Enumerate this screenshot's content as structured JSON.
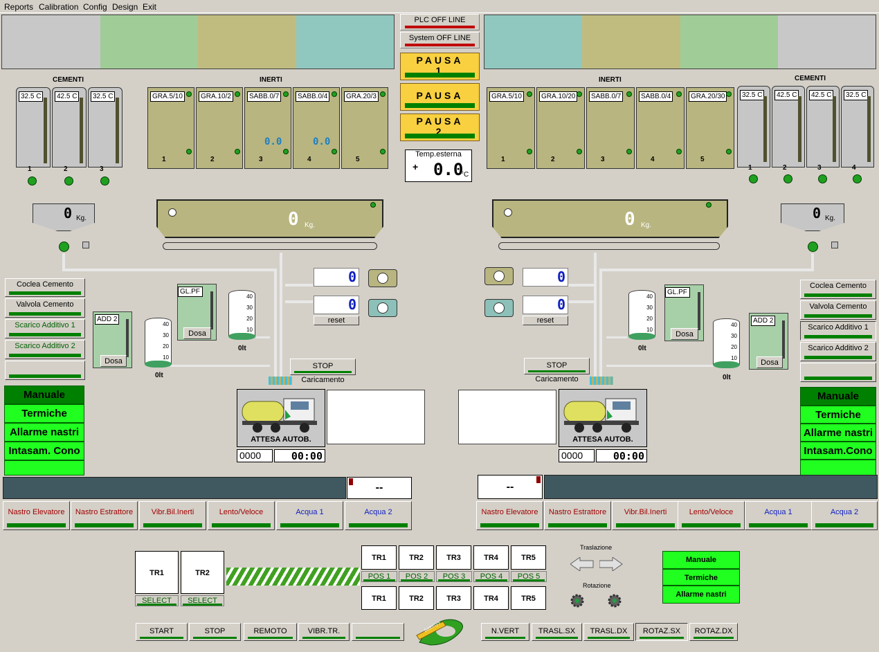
{
  "menu": [
    "Reports",
    "Calibration",
    "Config",
    "Design",
    "Exit"
  ],
  "status": {
    "plc": "PLC OFF LINE",
    "system": "System OFF LINE"
  },
  "pausa": [
    {
      "text": "PAUSA",
      "num": "1"
    },
    {
      "text": "PAUSA",
      "num": ""
    },
    {
      "text": "PAUSA",
      "num": "2"
    }
  ],
  "temp": {
    "label": "Temp.esterna",
    "sign": "+",
    "value": "0.0",
    "unit": "°C"
  },
  "left": {
    "cementi_label": "CEMENTI",
    "inerti_label": "INERTI",
    "cementi": [
      {
        "tag": "32.5 C",
        "n": "1"
      },
      {
        "tag": "42.5 C",
        "n": "2"
      },
      {
        "tag": "32.5 C",
        "n": "3"
      }
    ],
    "inerti": [
      {
        "tag": "GRA.5/10",
        "n": "1"
      },
      {
        "tag": "GRA.10/2",
        "n": "2"
      },
      {
        "tag": "SABB.0/7",
        "n": "3",
        "val": "0.0"
      },
      {
        "tag": "SABB.0/4",
        "n": "4",
        "val": "0.0"
      },
      {
        "tag": "GRA.20/3",
        "n": "5"
      }
    ],
    "cem_weight": "0",
    "cem_unit": "Kg.",
    "aggr_weight": "0",
    "aggr_unit": "Kg.",
    "buttons": [
      "Coclea Cemento",
      "Valvola Cemento",
      "Scarico Additivo 1",
      "Scarico Additivo 2",
      ""
    ],
    "status": [
      "Manuale",
      "Termiche",
      "Allarme nastri",
      "Intasam. Cono"
    ],
    "add2": "ADD 2",
    "glpf": "GL.PF",
    "dosa": "Dosa",
    "tank1": "0lt",
    "tank2": "0lt",
    "stop": "STOP Caricamento",
    "reset": "reset",
    "counter1": "0",
    "counter2": "0",
    "truck": "ATTESA AUTOB.",
    "truck_count": "0000",
    "truck_time": "00:00",
    "dash": "--",
    "bottom": [
      "Nastro Elevatore",
      "Nastro Estrattore",
      "Vibr.Bil.Inerti",
      "Lento/Veloce",
      "Acqua 1",
      "Acqua 2"
    ]
  },
  "right": {
    "cementi_label": "CEMENTI",
    "inerti_label": "INERTI",
    "cementi": [
      {
        "tag": "32.5 C",
        "n": "1"
      },
      {
        "tag": "42.5 C",
        "n": "2"
      },
      {
        "tag": "42.5 C",
        "n": "3"
      },
      {
        "tag": "32.5 C",
        "n": "4"
      }
    ],
    "inerti": [
      {
        "tag": "GRA.5/10",
        "n": "1"
      },
      {
        "tag": "GRA.10/20",
        "n": "2"
      },
      {
        "tag": "SABB.0/7",
        "n": "3"
      },
      {
        "tag": "SABB.0/4",
        "n": "4"
      },
      {
        "tag": "GRA.20/30",
        "n": "5"
      }
    ],
    "cem_weight": "0",
    "cem_unit": "Kg.",
    "aggr_weight": "0",
    "aggr_unit": "Kg.",
    "buttons": [
      "Coclea Cemento",
      "Valvola Cemento",
      "Scarico Additivo 1",
      "Scarico Additivo 2",
      ""
    ],
    "status": [
      "Manuale",
      "Termiche",
      "Allarme nastri",
      "Intasam.Cono"
    ],
    "add2": "ADD 2",
    "glpf": "GL.PF",
    "dosa": "Dosa",
    "tank1": "0lt",
    "tank2": "0lt",
    "stop": "STOP Caricamento",
    "reset": "reset",
    "counter1": "0",
    "counter2": "0",
    "truck": "ATTESA AUTOB.",
    "truck_count": "0000",
    "truck_time": "00:00",
    "dash": "--",
    "bottom": [
      "Nastro Elevatore",
      "Nastro Estrattore",
      "Vibr.Bil.Inerti",
      "Lento/Veloce",
      "Acqua 1",
      "Acqua 2"
    ]
  },
  "tank_scale": [
    "40",
    "30",
    "20",
    "10"
  ],
  "track": {
    "tr_left": [
      "TR1",
      "TR2"
    ],
    "select": "SELECT",
    "tr_top": [
      "TR1",
      "TR2",
      "TR3",
      "TR4",
      "TR5"
    ],
    "pos": [
      "POS 1",
      "POS 2",
      "POS 3",
      "POS 4",
      "POS 5"
    ],
    "tr_bottom": [
      "TR1",
      "TR2",
      "TR3",
      "TR4",
      "TR5"
    ],
    "traslazione": "Traslazione",
    "rotazione": "Rotazione",
    "status": [
      "Manuale",
      "Termiche",
      "Allarme nastri"
    ],
    "cmds_left": [
      "START",
      "STOP",
      "REMOTO",
      "VIBR.TR.",
      ""
    ],
    "cmds_right": [
      "N.VERT",
      "TRASL.SX",
      "TRASL.DX",
      "ROTAZ.SX",
      "ROTAZ.DX"
    ],
    "logo": "batoisys"
  },
  "colors": {
    "gray": "#c8c8c8",
    "green": "#a0cc98",
    "olive": "#c0bc80",
    "teal": "#90c8c0",
    "hopper": "#b8b580",
    "status_green": "#20ff20",
    "bar_green": "#008000",
    "bar_red": "#c00000",
    "pausa": "#f8d040"
  }
}
